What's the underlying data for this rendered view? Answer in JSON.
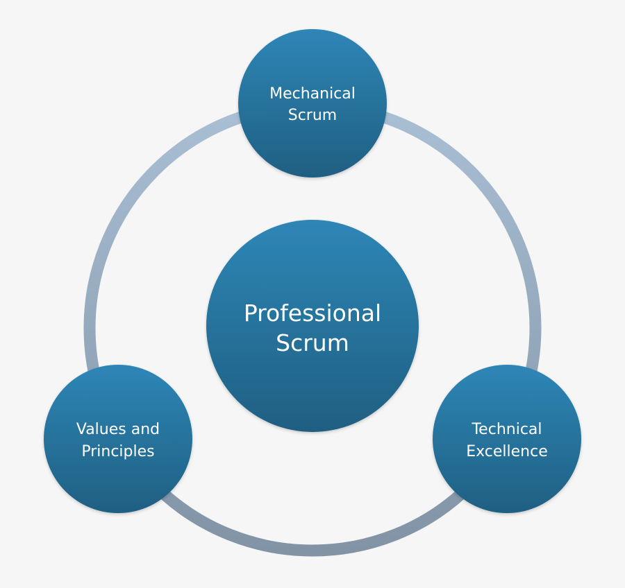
{
  "diagram": {
    "center": {
      "line1": "Professional",
      "line2": "Scrum"
    },
    "nodes": [
      {
        "id": "mechanical-scrum",
        "line1": "Mechanical",
        "line2": "Scrum"
      },
      {
        "id": "values-and-principles",
        "line1": "Values and",
        "line2": "Principles"
      },
      {
        "id": "technical-excellence",
        "line1": "Technical",
        "line2": "Excellence"
      }
    ],
    "colors": {
      "background": "#f6f6f6",
      "circle_top": "#2e86b6",
      "circle_bottom": "#1f5f82",
      "ring_top": "#a9bfd4",
      "ring_bottom": "#8293a6",
      "text": "#ffffff"
    }
  }
}
